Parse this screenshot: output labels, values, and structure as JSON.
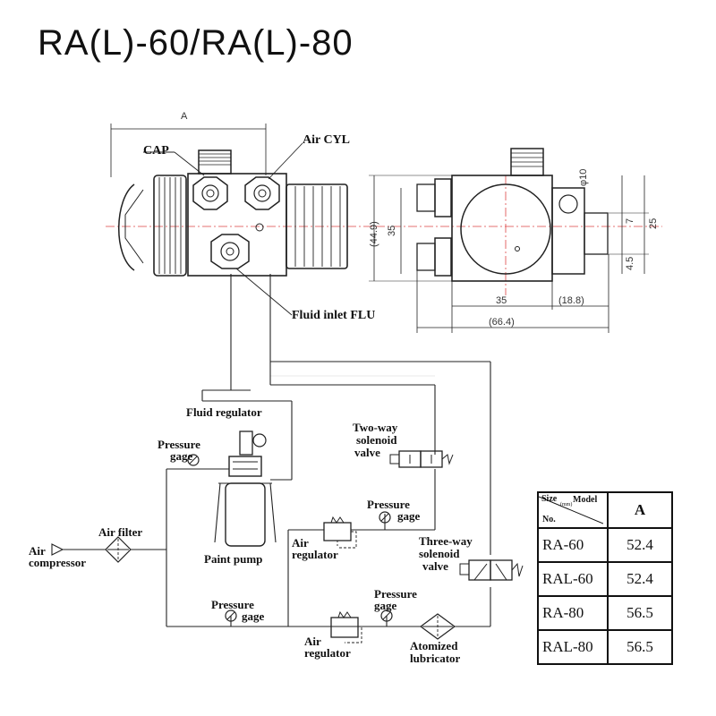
{
  "title": "RA(L)-60/RA(L)-80",
  "labels": {
    "cap": "CAP",
    "air_cyl": "Air CYL",
    "fluid_inlet": "Fluid inlet FLU",
    "fluid_regulator": "Fluid regulator",
    "pressure_gage_1_line1": "Pressure",
    "pressure_gage_1_line2": "gage",
    "pressure_gage_2_line1": "Pressure",
    "pressure_gage_2_line2": "gage",
    "pressure_gage_3_line1": "Pressure",
    "pressure_gage_3_line2": "gage",
    "pressure_gage_4_line1": "Pressure",
    "pressure_gage_4_line2": "gage",
    "two_way_line1": "Two-way",
    "two_way_line2": "solenoid",
    "two_way_line3": "valve",
    "three_way_line1": "Three-way",
    "three_way_line2": "solenoid",
    "three_way_line3": "valve",
    "air_filter": "Air filter",
    "air_compressor_line1": "Air",
    "air_compressor_line2": "compressor",
    "paint_pump": "Paint pump",
    "air_regulator_1_line1": "Air",
    "air_regulator_1_line2": "regulator",
    "air_regulator_2_line1": "Air",
    "air_regulator_2_line2": "regulator",
    "atomized_lubricator_line1": "Atomized",
    "atomized_lubricator_line2": "lubricator"
  },
  "dimensions": {
    "a": "A",
    "d449": "(44.9)",
    "d35v": "35",
    "d7": "7",
    "d25": "25",
    "d45": "4.5",
    "d35h": "35",
    "d188": "(18.8)",
    "d664": "(66.4)",
    "phi10": "φ10"
  },
  "table": {
    "header_size": "Size",
    "header_unit": "(mm)",
    "header_model": "Model",
    "header_no": "No.",
    "header_a": "A",
    "rows": [
      {
        "model": "RA-60",
        "a": "52.4"
      },
      {
        "model": "RAL-60",
        "a": "52.4"
      },
      {
        "model": "RA-80",
        "a": "56.5"
      },
      {
        "model": "RAL-80",
        "a": "56.5"
      }
    ]
  }
}
